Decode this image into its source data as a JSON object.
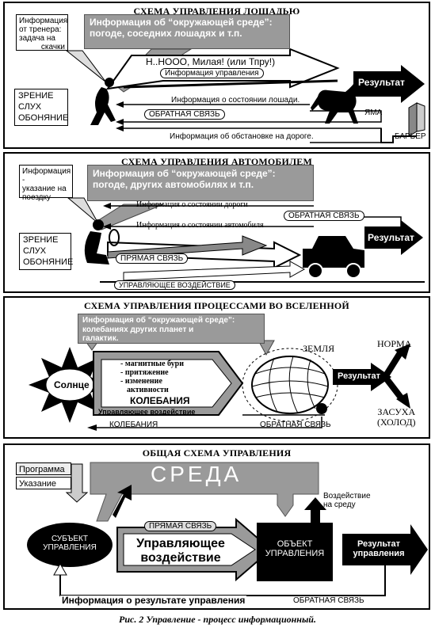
{
  "horse": {
    "title": "СХЕМА УПРАВЛЕНИЯ ЛОШАДЬЮ",
    "trainer_info": [
      "Информация",
      "от тренера:",
      "задача на",
      "скачки"
    ],
    "env_info": [
      "Информация об “окружающей среде”:",
      "погоде, соседних лошадях и т.п."
    ],
    "command": "Н..НООО, Милая! (или Тпру!)",
    "control_info": "Информация управления",
    "result": "Результат",
    "state_info": "Информация о состоянии лошади.",
    "feedback": "ОБРАТНАЯ СВЯЗЬ",
    "yama": "ЯМА",
    "road_info": "Информация об обстановке на дороге.",
    "barrier": "БАРЬЕР",
    "senses": [
      "ЗРЕНИЕ",
      "СЛУХ",
      "ОБОНЯНИЕ"
    ]
  },
  "car": {
    "title": "СХЕМА УПРАВЛЕНИЯ АВТОМОБИЛЕМ",
    "task_info": [
      "Информация -",
      "указание на",
      "поездку"
    ],
    "env_info": [
      "Информация об “окружающей среде”:",
      "погоде, других автомобилях и т.п."
    ],
    "road_state": "Информация о состоянии дороги",
    "feedback": "ОБРАТНАЯ СВЯЗЬ",
    "car_state": "Информация о состоянии автомобиля",
    "result": "Результат",
    "direct": "ПРЯМАЯ СВЯЗЬ",
    "control": "УПРАВЛЯЮЩЕЕ ВОЗДЕЙСТВИЕ",
    "senses": [
      "ЗРЕНИЕ",
      "СЛУХ",
      "ОБОНЯНИЕ"
    ]
  },
  "universe": {
    "title": "СХЕМА УПРАВЛЕНИЯ ПРОЦЕССАМИ ВО ВСЕЛЕННОЙ",
    "env_info": [
      "Информация об “окружающей среде”:",
      "колебаниях других планет и",
      "галактик."
    ],
    "sun": "Солнце",
    "items": [
      "- магнитные бури",
      "- притяжение",
      "- изменение",
      "активности"
    ],
    "oscillations": "КОЛЕБАНИЯ",
    "control": "Управляющее воздействие",
    "earth": "ЗЕМЛЯ",
    "result": "Результат",
    "norm": "НОРМА",
    "drought": [
      "ЗАСУХА",
      "(ХОЛОД)"
    ],
    "oscillations_bottom": "КОЛЕБАНИЯ",
    "feedback": "ОБРАТНАЯ СВЯЗЬ"
  },
  "general": {
    "title": "ОБЩАЯ СХЕМА УПРАВЛЕНИЯ",
    "program": "Программа",
    "instruction": "Указание",
    "environment": "СРЕДА",
    "env_effect": [
      "Воздействие",
      "на среду"
    ],
    "subject": [
      "СУБЪЕКТ",
      "УПРАВЛЕНИЯ"
    ],
    "direct": "ПРЯМАЯ СВЯЗЬ",
    "control": [
      "Управляющее",
      "воздействие"
    ],
    "object": [
      "ОБЪЕКТ",
      "УПРАВЛЕНИЯ"
    ],
    "result": [
      "Результат",
      "управления"
    ],
    "result_info": "Информация о результате управления",
    "feedback": "ОБРАТНАЯ СВЯЗЬ"
  },
  "caption": "Рис. 2 Управление - процесс информационный."
}
